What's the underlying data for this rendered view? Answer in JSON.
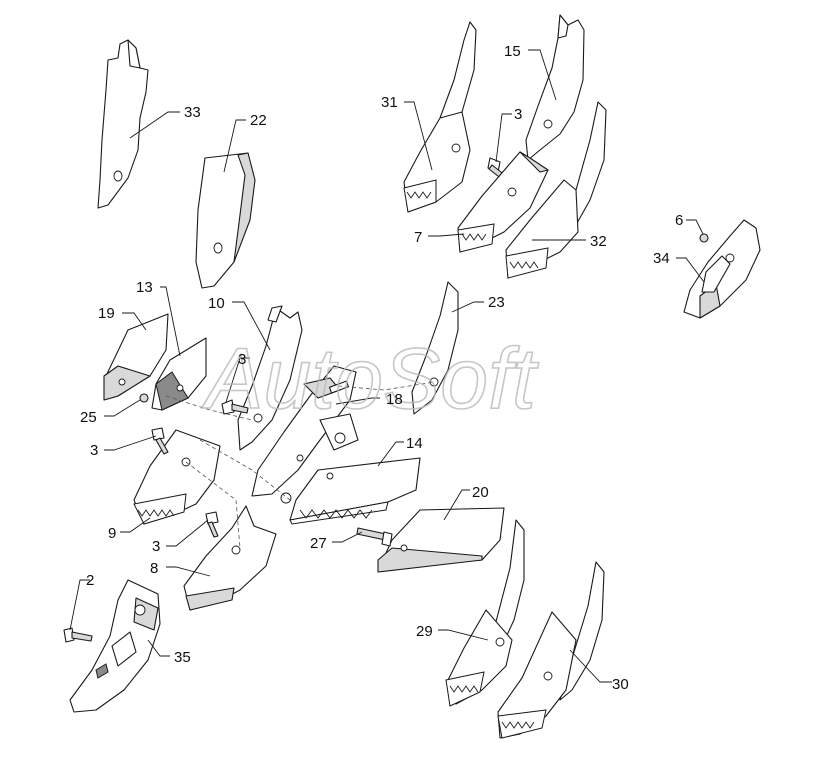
{
  "watermark": "AutoSoft",
  "callouts": [
    "33",
    "22",
    "31",
    "15",
    "3",
    "7",
    "32",
    "6",
    "34",
    "19",
    "13",
    "10",
    "23",
    "3",
    "25",
    "18",
    "3",
    "14",
    "9",
    "20",
    "3",
    "27",
    "8",
    "2",
    "35",
    "29",
    "30"
  ],
  "colors": {
    "line": "#1a1a1a",
    "watermark": "#b8b8b8",
    "background": "#ffffff"
  }
}
